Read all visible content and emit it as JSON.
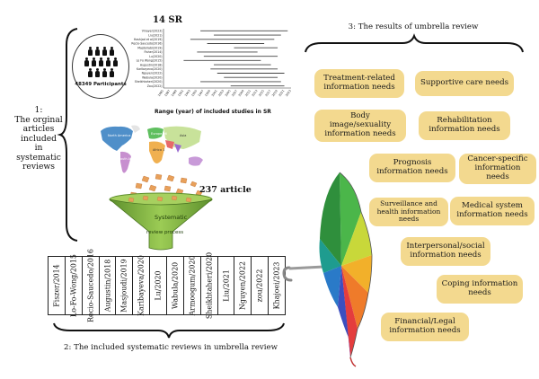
{
  "section1": {
    "label": "1:\nThe orginal\narticles\nincluded\nin\nsystematic\nreviews"
  },
  "sr_block": {
    "title": "14 SR",
    "participants": "48349 Participants",
    "range_label": "Range (year) of included studies in SR",
    "authors": [
      "Vinayer(2023)",
      "Liu(2021)",
      "Hashjad et al(2019)",
      "Recio-Saucedo(2016)",
      "Majdolrabi(2019)",
      "Fisher(2014)",
      "Lu(2020)",
      "Lo Fo Wong(2015)",
      "Augustin(2018)",
      "Karibayeva(2020)",
      "Nguyen(2022)",
      "Wabula(2020)",
      "Sheikhtaheri(2020)",
      "Zou(2022)"
    ],
    "year_ticks": [
      "1985",
      "1987",
      "1989",
      "1991",
      "1993",
      "1995",
      "1997",
      "1999",
      "2001",
      "2003",
      "2005",
      "2007",
      "2009",
      "2011",
      "2013",
      "2015",
      "2017",
      "2019",
      "2021",
      "2023"
    ],
    "ranges": [
      {
        "start": 1996,
        "end": 2022
      },
      {
        "start": 2000,
        "end": 2020
      },
      {
        "start": 1993,
        "end": 2018
      },
      {
        "start": 1998,
        "end": 2015
      },
      {
        "start": 2006,
        "end": 2019
      },
      {
        "start": 1995,
        "end": 2013
      },
      {
        "start": 1997,
        "end": 2019
      },
      {
        "start": 1991,
        "end": 2014
      },
      {
        "start": 2000,
        "end": 2017
      },
      {
        "start": 1999,
        "end": 2019
      },
      {
        "start": 2001,
        "end": 2021
      },
      {
        "start": 2003,
        "end": 2019
      },
      {
        "start": 1996,
        "end": 2020
      },
      {
        "start": 2005,
        "end": 2021
      }
    ]
  },
  "map": {
    "regions": [
      "North America",
      "Europe 06",
      "Asia",
      "Africa 1",
      "South America 1"
    ]
  },
  "funnel": {
    "count_label": "237 article",
    "text1": "Systematic",
    "text2": "review process"
  },
  "reviews": {
    "label": "2: The included systematic reviews in umbrella review",
    "items": [
      "Fiszer/2014",
      "Lo-Fo-Wong/2015",
      "Recio-Saucedo/2016",
      "Augustin/2018",
      "Masjoudi/2019",
      "Karibayeva/2020",
      "Lu/2020",
      "Wabula/2020",
      "Armoogum/2020",
      "Sheikhtaheri/2020",
      "Liu/2021",
      "Nguyen/2022",
      "zou/2022",
      "Khajoei/2023"
    ]
  },
  "results": {
    "label": "3: The results of umbrella review",
    "needs": [
      "Treatment-related information needs",
      "Supportive care needs",
      "Body image/sexuality information needs",
      "Rehabilitation information needs",
      "Prognosis information needs",
      "Cancer-specific information needs",
      "Surveillance and health information needs",
      "Medical system information needs",
      "Interpersonal/social information needs",
      "Coping information needs",
      "Financial/Legal information needs"
    ]
  },
  "colors": {
    "pill": "#f3d98f",
    "funnel": "#7fb23f",
    "map_ocean": "#ffffff"
  }
}
